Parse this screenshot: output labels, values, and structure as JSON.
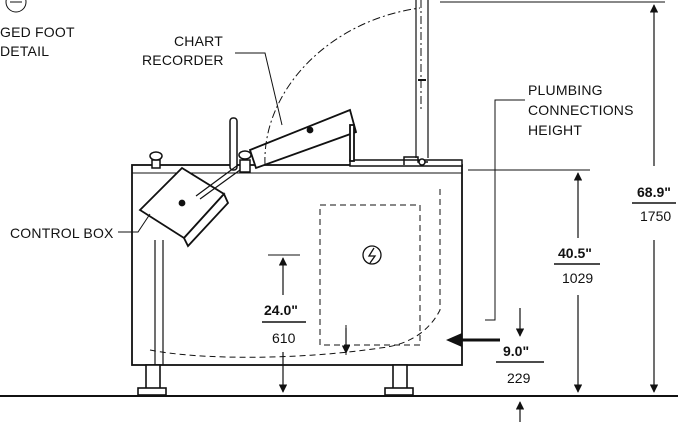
{
  "labels": {
    "flanged_foot": "GED FOOT",
    "detail": "DETAIL",
    "chart_recorder_line1": "CHART",
    "chart_recorder_line2": "RECORDER",
    "plumbing_line1": "PLUMBING",
    "plumbing_line2": "CONNECTIONS",
    "plumbing_line3": "HEIGHT",
    "control_box": "CONTROL BOX"
  },
  "dimensions": {
    "total_height": {
      "inches": "68.9\"",
      "mm": "1750"
    },
    "plumbing_height": {
      "inches": "40.5\"",
      "mm": "1029"
    },
    "drain_height": {
      "inches": "24.0\"",
      "mm": "610"
    },
    "foot_clearance": {
      "inches": "9.0\"",
      "mm": "229"
    }
  },
  "colors": {
    "line": "#111111",
    "background": "#ffffff"
  },
  "icons": {
    "electrical": "electrical-symbol-icon",
    "foot_detail": "foot-detail-icon"
  }
}
